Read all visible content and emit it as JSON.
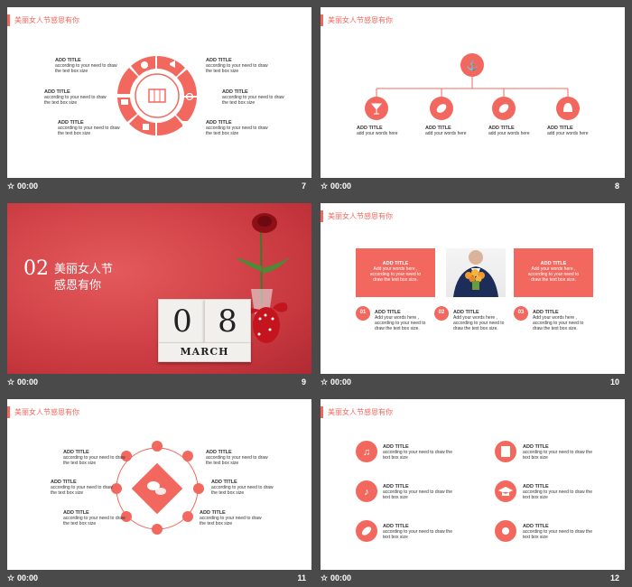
{
  "header_title": "美丽女人节感恩有你",
  "footer_time": "00:00",
  "accent": "#f2685f",
  "slides": {
    "s7": {
      "number": "7",
      "title": "ADD TITLE",
      "text": [
        "according to your need to draw",
        "the text box size"
      ]
    },
    "s8": {
      "number": "8",
      "title": "ADD TITLE",
      "text": "add your words here"
    },
    "s9": {
      "number": "9",
      "index": "02",
      "line1": "美丽女人节",
      "line2": "感恩有你",
      "month": "MARCH",
      "d1": "0",
      "d2": "8"
    },
    "s10": {
      "number": "10",
      "title": "ADD TITLE",
      "box_text": [
        "Add your words here ,",
        "according to your need to",
        "draw the text box size."
      ],
      "n1": "01",
      "n2": "02",
      "n3": "03"
    },
    "s11": {
      "number": "11",
      "title": "ADD TITLE",
      "text": [
        "according to your need to draw",
        "the text box size"
      ]
    },
    "s12": {
      "number": "12",
      "title": "ADD TITLE",
      "text": [
        "according to your need to draw the",
        "text box size"
      ]
    }
  },
  "icons": [
    "flower-icon",
    "camera-icon",
    "facebook-icon",
    "trophy-icon",
    "search-icon",
    "megaphone-icon",
    "film-icon",
    "anchor-icon",
    "cocktail-icon",
    "leaf-icon",
    "bell-icon",
    "music-icon",
    "book-icon",
    "graduation-cap-icon",
    "chat-icon",
    "rose-icon"
  ]
}
